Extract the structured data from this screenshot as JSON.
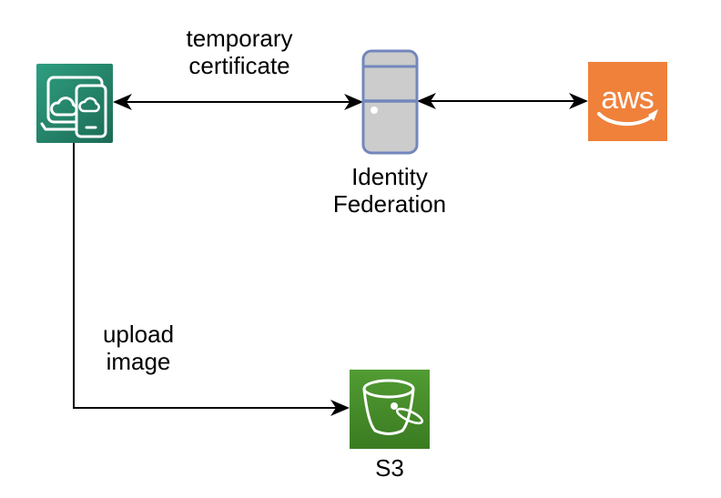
{
  "diagram": {
    "background": "#ffffff",
    "text_color": "#000000",
    "edge_color": "#000000",
    "nodes": {
      "client": {
        "icon": "mobile-client-icon",
        "gradient_top": "#2F9E80",
        "gradient_bottom": "#1B6B55"
      },
      "identity_federation": {
        "label": [
          "Identity",
          "Federation"
        ],
        "fill": "#CCCCCC",
        "stroke": "#7387BC"
      },
      "aws": {
        "logo_text": "aws",
        "color": "#EF813B"
      },
      "s3": {
        "label": "S3",
        "gradient_top": "#529C33",
        "gradient_bottom": "#3A7B21"
      }
    },
    "edges": {
      "client_identity_federation": {
        "label": [
          "temporary",
          "certificate"
        ],
        "style": "bidirectional-arrow"
      },
      "identity_federation_aws": {
        "style": "bidirectional-arrow"
      },
      "client_s3": {
        "label": [
          "upload",
          "image"
        ],
        "style": "single-arrow"
      }
    }
  }
}
